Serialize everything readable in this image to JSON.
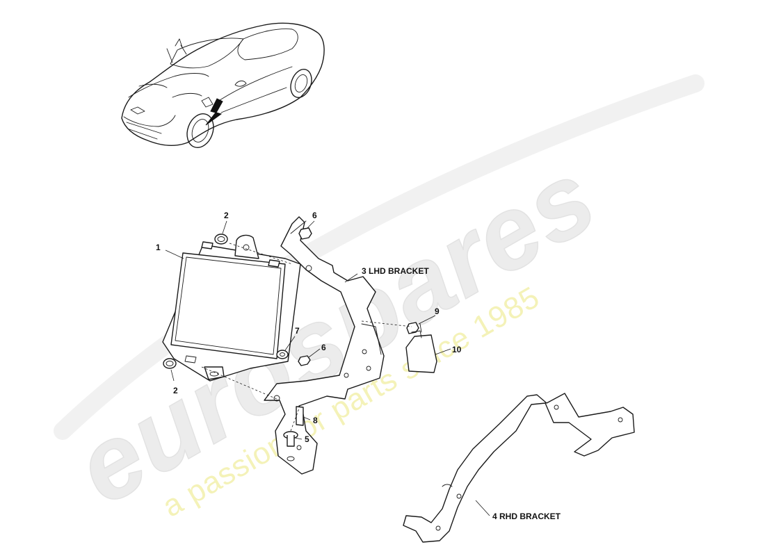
{
  "watermark": {
    "logo_text": "eurospares",
    "tagline": "a passion for parts since 1985"
  },
  "callouts": [
    {
      "id": "c1",
      "text": "1"
    },
    {
      "id": "c2a",
      "text": "2"
    },
    {
      "id": "c2b",
      "text": "2"
    },
    {
      "id": "c3",
      "text": "3 LHD BRACKET"
    },
    {
      "id": "c4",
      "text": "4 RHD BRACKET"
    },
    {
      "id": "c5",
      "text": "5"
    },
    {
      "id": "c6a",
      "text": "6"
    },
    {
      "id": "c6b",
      "text": "6"
    },
    {
      "id": "c7",
      "text": "7"
    },
    {
      "id": "c8",
      "text": "8"
    },
    {
      "id": "c9",
      "text": "9"
    },
    {
      "id": "c10",
      "text": "10"
    }
  ]
}
